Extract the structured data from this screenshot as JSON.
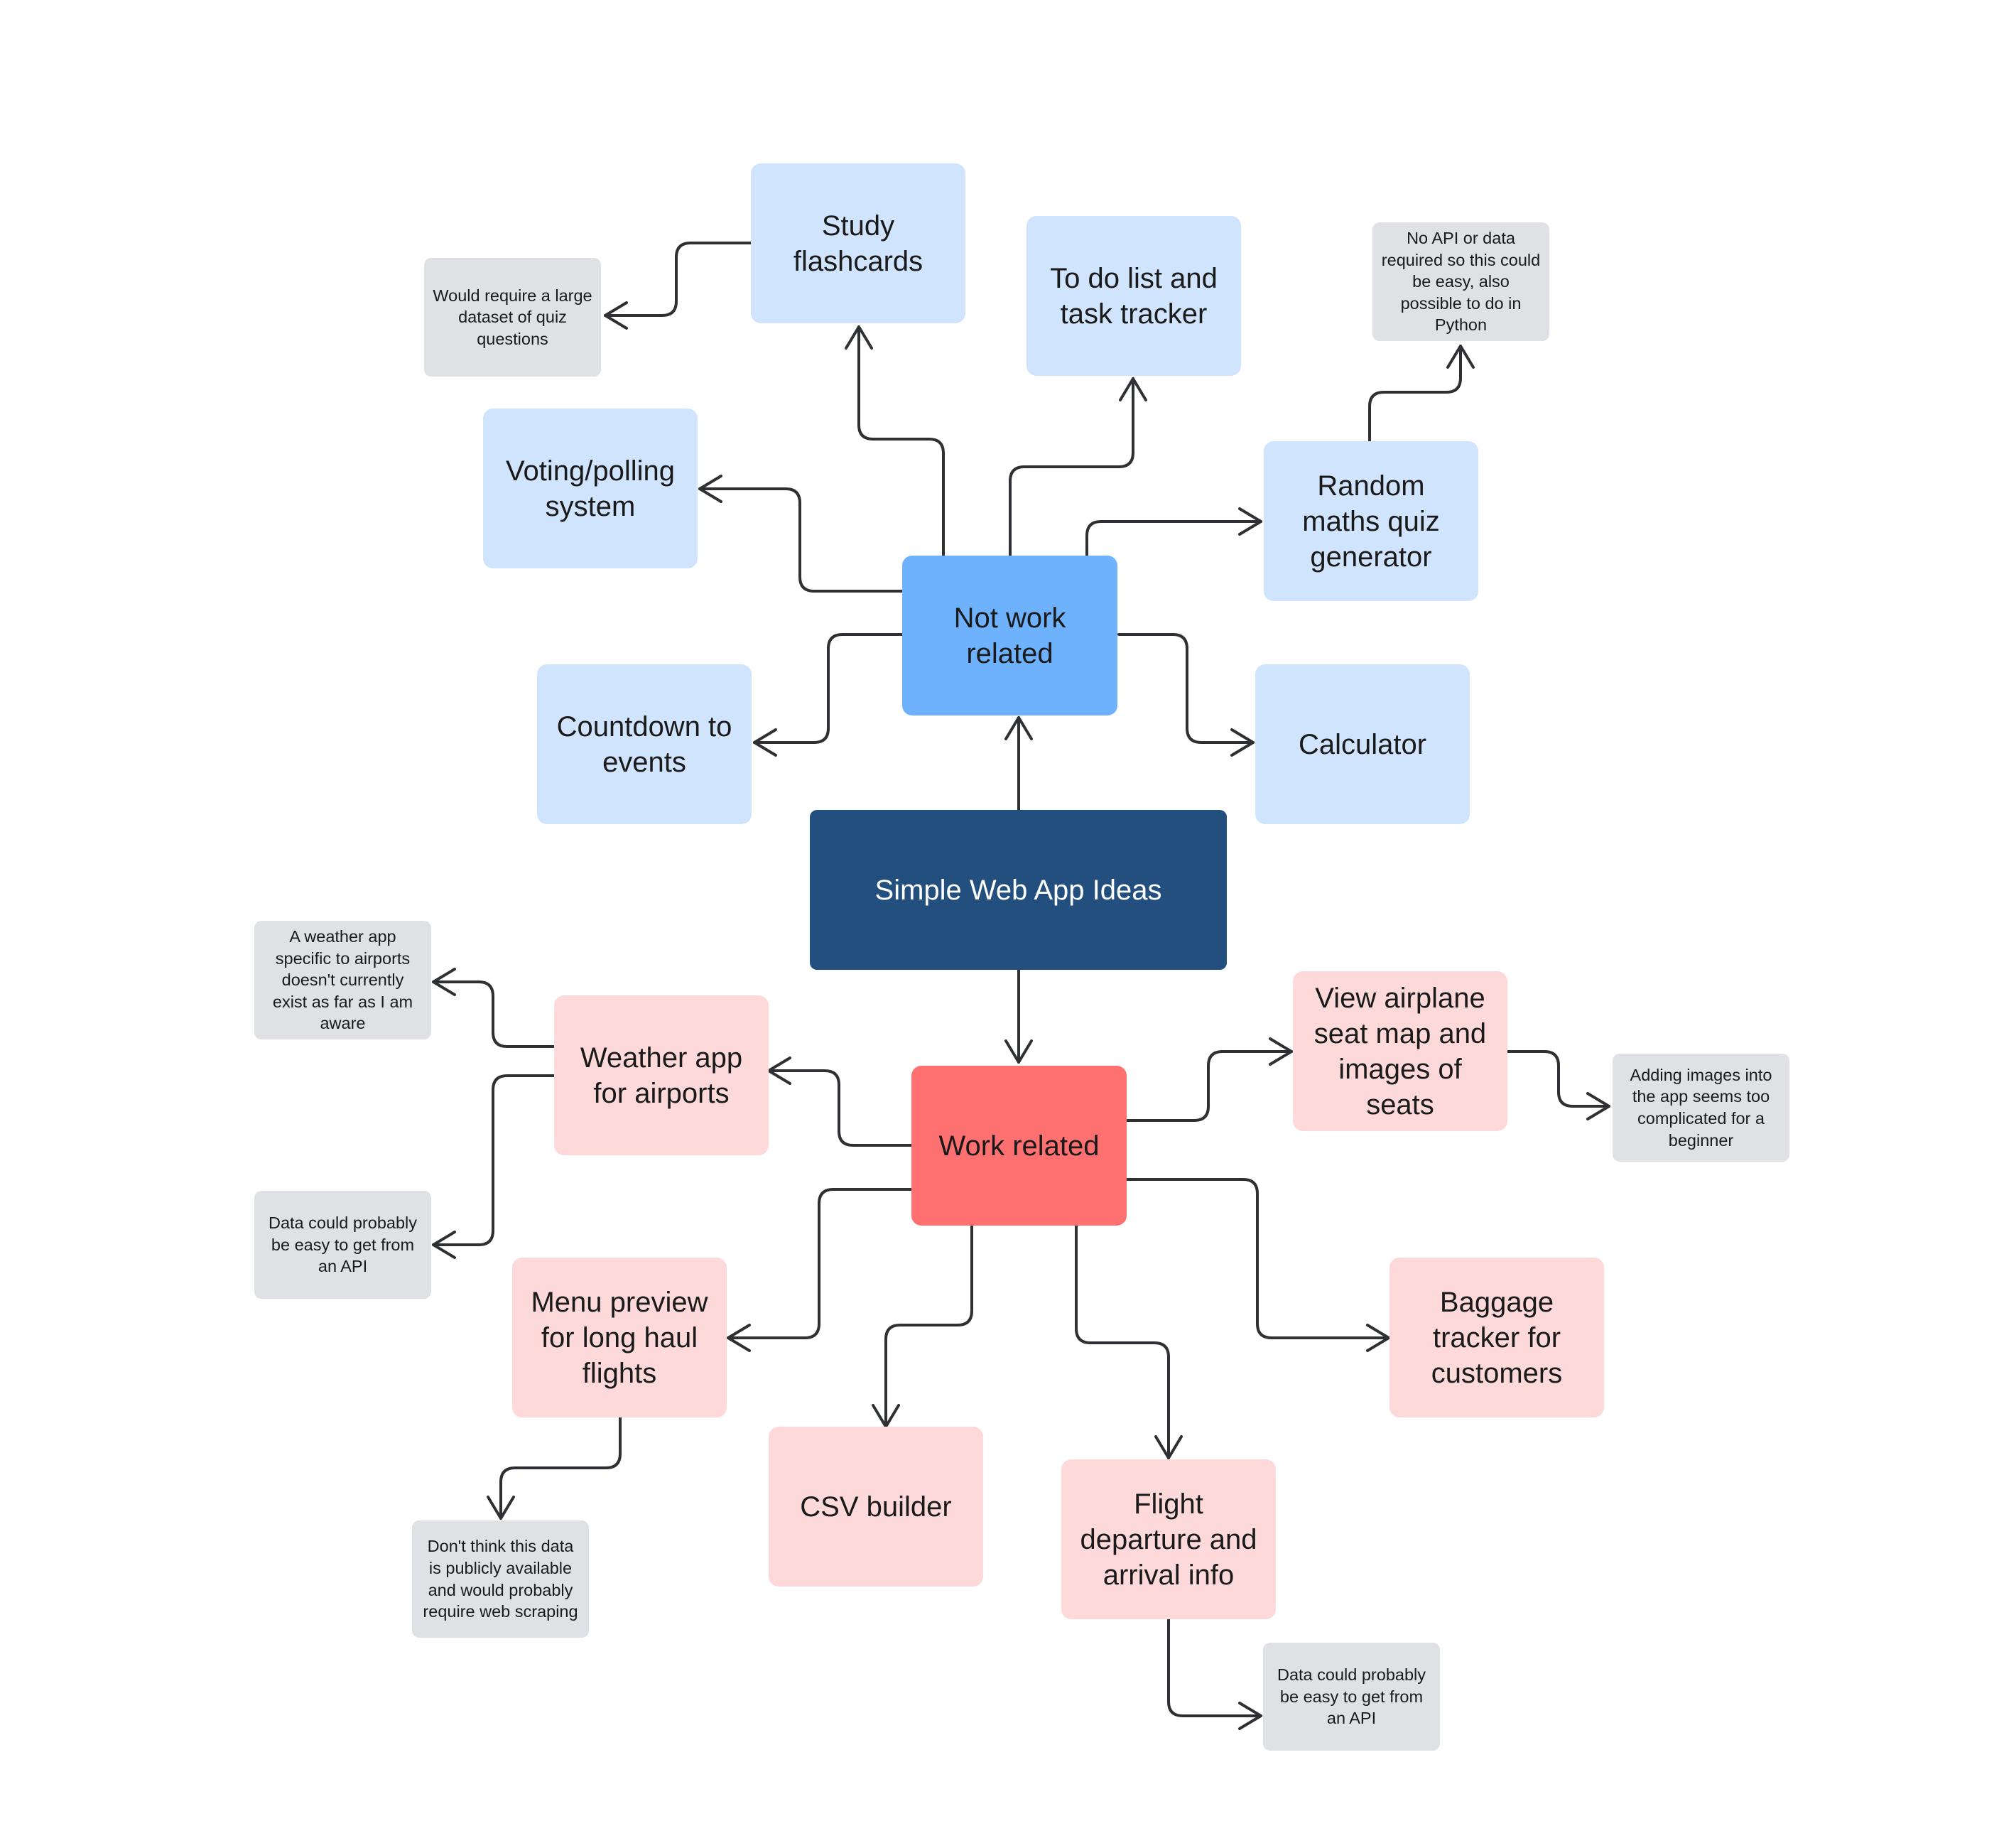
{
  "diagram": {
    "root": "Simple Web App Ideas",
    "hubs": {
      "not_work": "Not work related",
      "work": "Work related"
    },
    "not_work_ideas": {
      "study_flashcards": "Study flashcards",
      "todo_list": "To do list and task tracker",
      "voting": "Voting/polling system",
      "random_quiz": "Random maths quiz generator",
      "countdown": "Countdown to events",
      "calculator": "Calculator"
    },
    "work_ideas": {
      "weather_airports": "Weather app for airports",
      "seat_map": "View airplane seat map and images of seats",
      "menu_preview": "Menu preview for long haul flights",
      "baggage_tracker": "Baggage tracker for customers",
      "csv_builder": "CSV builder",
      "flight_info": "Flight departure and arrival info"
    },
    "notes": {
      "flashcards_note": "Would require a large dataset of quiz questions",
      "quiz_note": "No API or data required so this could be easy, also possible to do in Python",
      "weather_note_1": "A weather app specific to airports doesn't currently exist as far as I am aware",
      "weather_note_2": "Data could probably be easy to get from an API",
      "seat_note": "Adding images into the app seems too complicated for a beginner",
      "menu_note": "Don't think this data is publicly available and would probably require web scraping",
      "flight_note": "Data could probably be easy to get from an API"
    },
    "colors": {
      "root": "#234f7f",
      "hub_not_work": "#6eb1fc",
      "hub_work": "#ff7070",
      "idea_not_work": "#d0e4fd",
      "idea_work": "#fdd9da",
      "note": "#dfe1e5",
      "connector": "#2f3033"
    }
  }
}
